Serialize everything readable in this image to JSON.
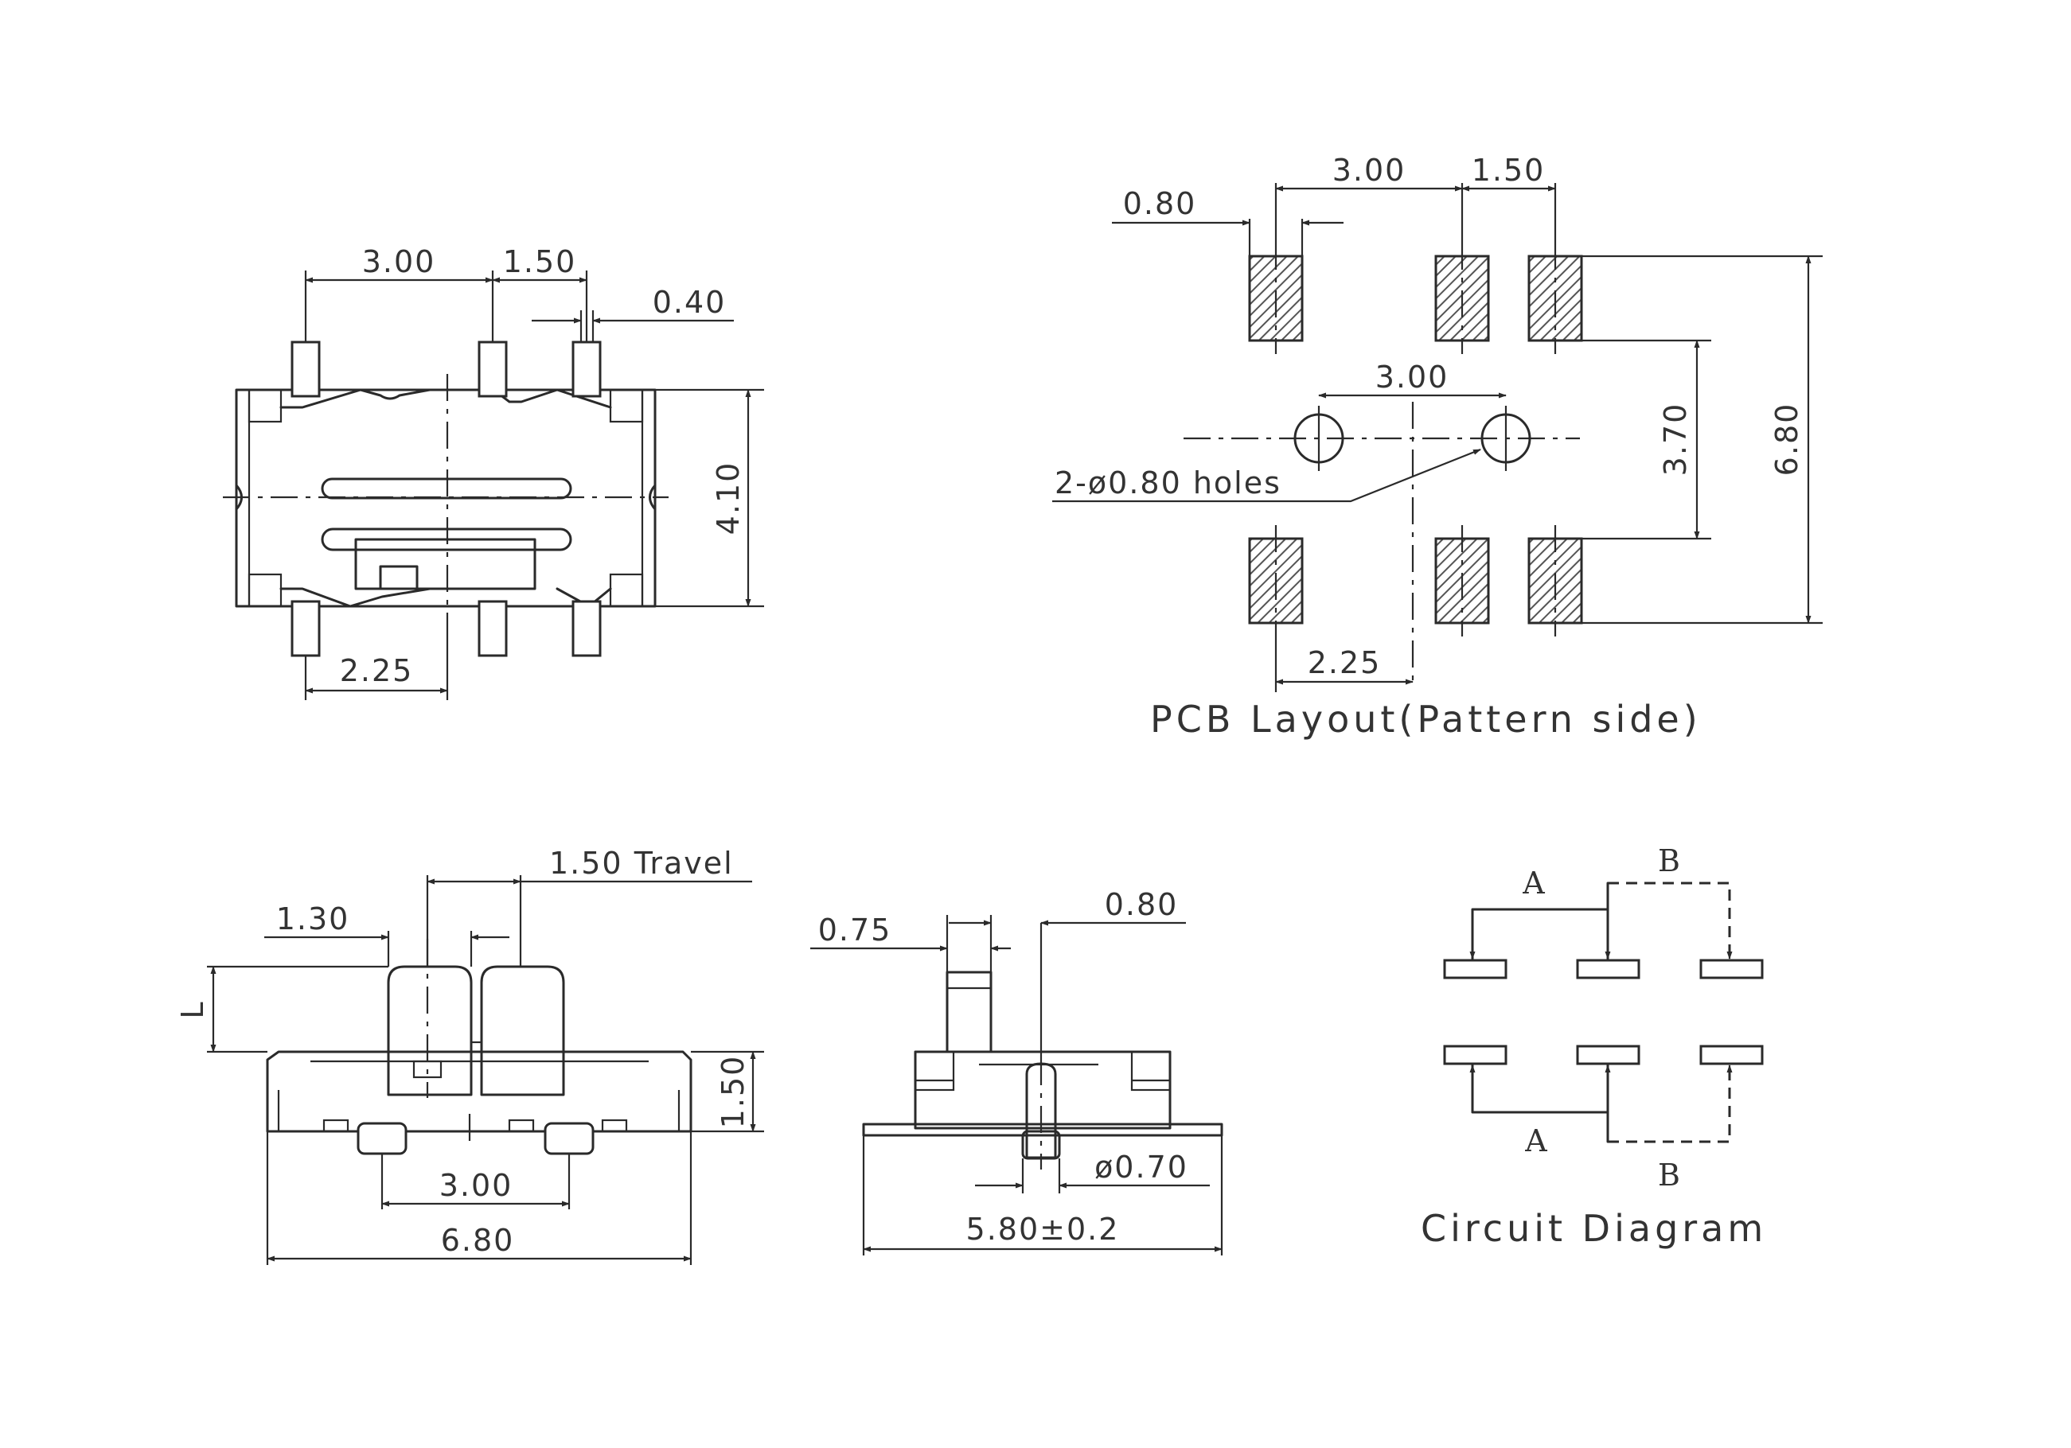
{
  "colors": {
    "line": "#2a2a2a",
    "text": "#333333",
    "background": "#ffffff"
  },
  "top_view": {
    "dim_pitch_a": "3.00",
    "dim_pitch_b": "1.50",
    "dim_pin_width": "0.40",
    "dim_height": "4.10",
    "dim_offset": "2.25"
  },
  "pcb_layout": {
    "dim_pad_width": "0.80",
    "dim_pitch_a": "3.00",
    "dim_pitch_b": "1.50",
    "dim_hole_pitch": "3.00",
    "holes_note": "2-ø0.80 holes",
    "dim_row_gap": "3.70",
    "dim_overall": "6.80",
    "dim_offset": "2.25",
    "caption": "PCB Layout(Pattern side)"
  },
  "front_view": {
    "dim_travel": "1.50 Travel",
    "dim_actuator": "1.30",
    "dim_l": "L",
    "dim_body_height": "1.50",
    "dim_pin_pitch": "3.00",
    "dim_length": "6.80"
  },
  "side_view": {
    "dim_actuator": "0.75",
    "dim_offset": "0.80",
    "dim_post": "ø0.70",
    "dim_length": "5.80±0.2"
  },
  "circuit": {
    "label_a_top": "A",
    "label_b_top": "B",
    "label_a_bottom": "A",
    "label_b_bottom": "B",
    "caption": "Circuit Diagram"
  }
}
